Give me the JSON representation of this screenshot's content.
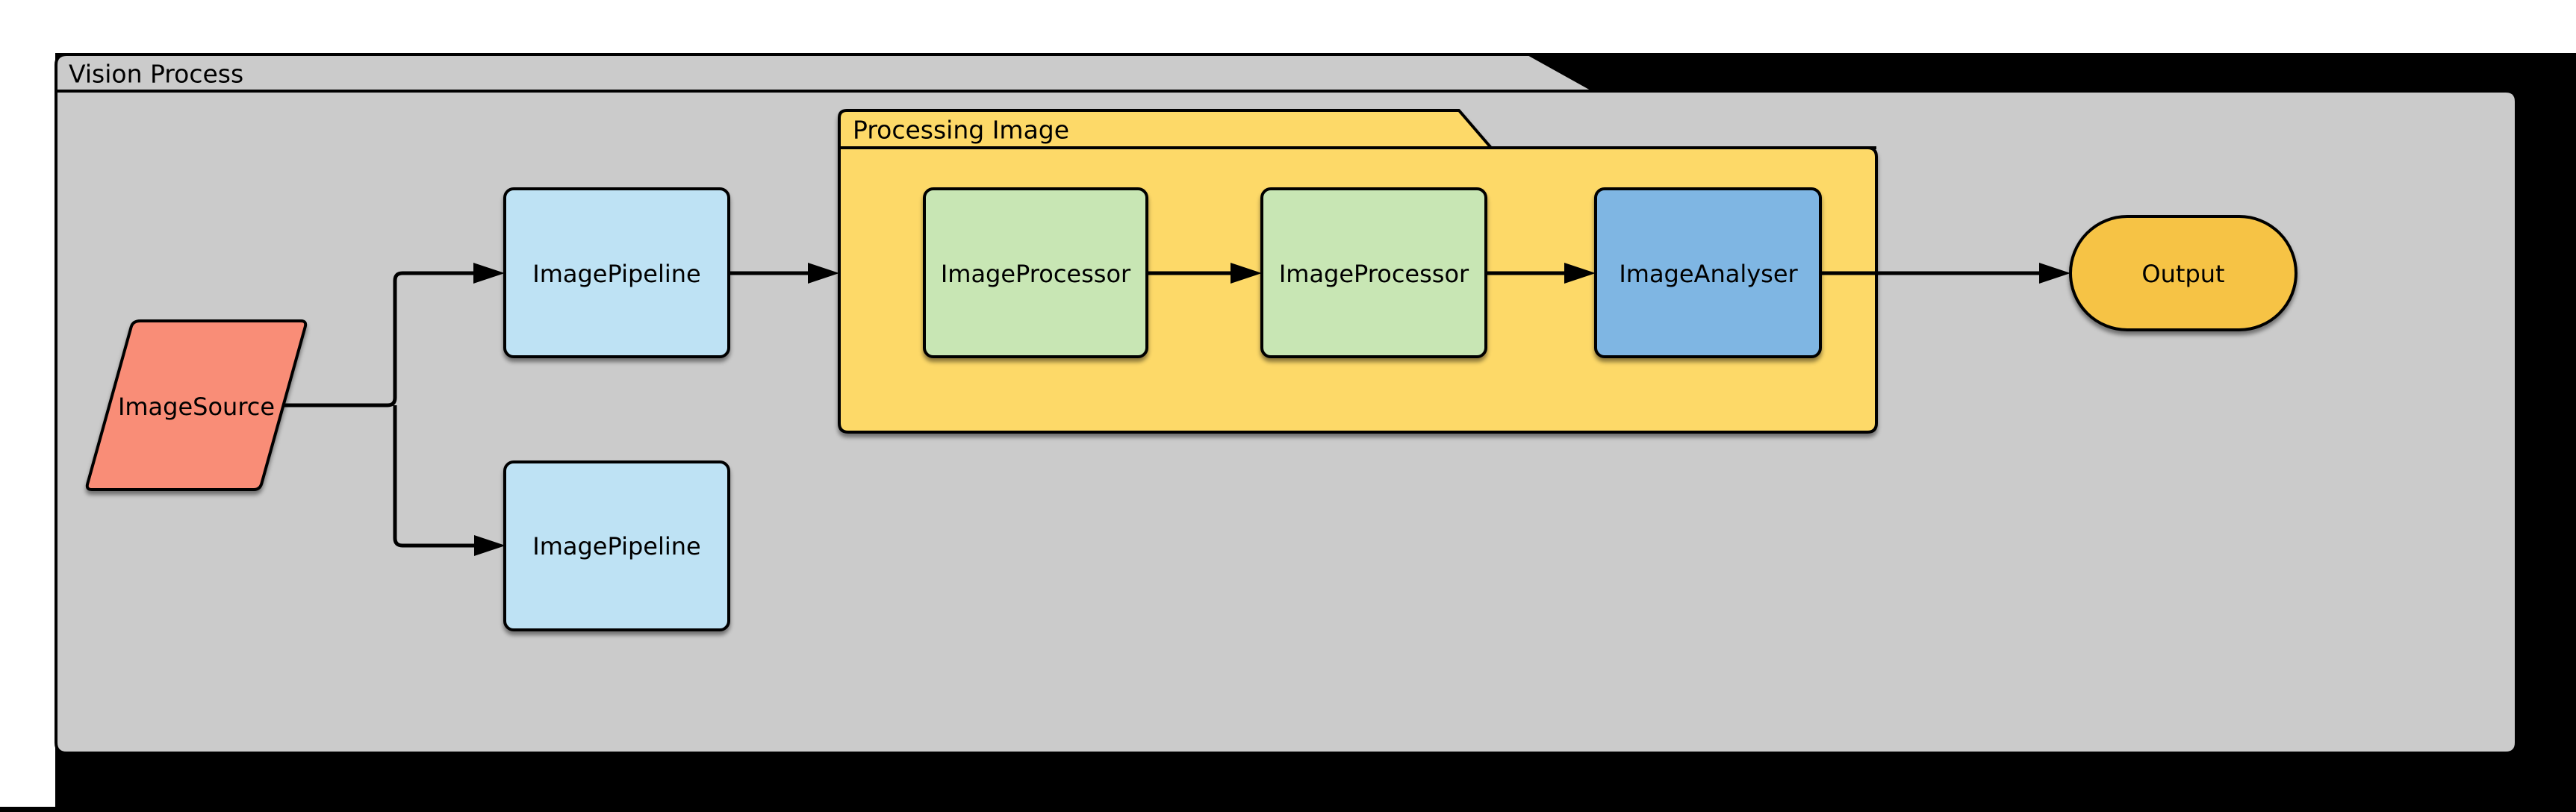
{
  "page": {
    "background_color": "#ffffff",
    "backdrop_color": "#000000"
  },
  "stroke_color": "#000000",
  "text_color": "#000000",
  "containers": {
    "vision": {
      "label": "Vision Process",
      "fill": "#cbcbcb",
      "border": "#000000"
    },
    "processing": {
      "label": "Processing Image",
      "fill": "#fdd968",
      "border": "#000000"
    }
  },
  "nodes": {
    "image_source": {
      "label": "ImageSource",
      "shape": "parallelogram",
      "fill": "#f98d77"
    },
    "pipeline_top": {
      "label": "ImagePipeline",
      "shape": "rounded-rect",
      "fill": "#bee2f4"
    },
    "pipeline_bottom": {
      "label": "ImagePipeline",
      "shape": "rounded-rect",
      "fill": "#bee2f4"
    },
    "processor_1": {
      "label": "ImageProcessor",
      "shape": "rounded-rect",
      "fill": "#c8e6b4"
    },
    "processor_2": {
      "label": "ImageProcessor",
      "shape": "rounded-rect",
      "fill": "#7fb6e3",
      "note": ""
    },
    "analyser": {
      "label": "ImageAnalyser",
      "shape": "rounded-rect",
      "fill": "#7fb6e3"
    },
    "output": {
      "label": "Output",
      "shape": "stadium",
      "fill": "#f6c344"
    }
  },
  "node_fills": {
    "processor": "#c8e6b4"
  },
  "edges": {
    "color": "#000000",
    "connections": [
      {
        "from": "ImageSource",
        "to": "ImagePipeline (top)"
      },
      {
        "from": "ImageSource",
        "to": "ImagePipeline (bottom)"
      },
      {
        "from": "ImagePipeline (top)",
        "to": "Processing Image"
      },
      {
        "from": "ImageProcessor (1)",
        "to": "ImageProcessor (2)"
      },
      {
        "from": "ImageProcessor (2)",
        "to": "ImageAnalyser"
      },
      {
        "from": "ImageAnalyser",
        "to": "Output"
      }
    ]
  }
}
